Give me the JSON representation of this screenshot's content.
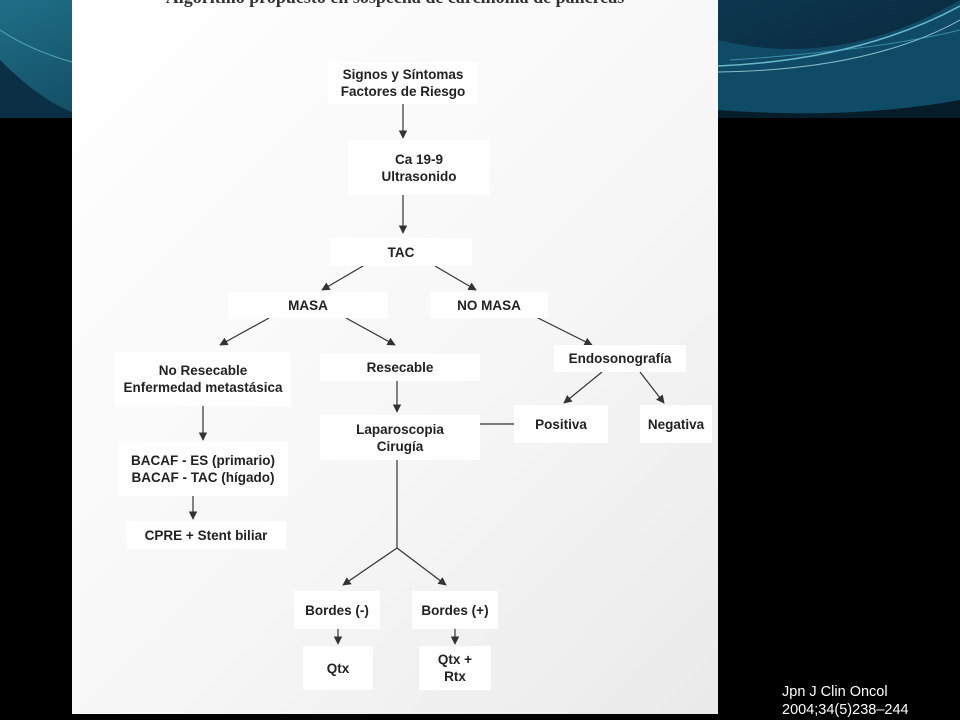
{
  "slide": {
    "title": "Algoritmo propuesto en sospecha de carcinoma de páncreas",
    "citation": {
      "line1": "Jpn J Clin Oncol",
      "line2": "2004;34(5)238–244"
    }
  },
  "flowchart": {
    "nodes": {
      "signos": "Signos y Síntomas\nFactores de Riesgo",
      "ca199": "Ca 19-9\nUltrasonido",
      "tac": "TAC",
      "masa": "MASA",
      "no_masa": "NO MASA",
      "no_resecable": "No Resecable\nEnfermedad metastásica",
      "resecable": "Resecable",
      "endosonografia": "Endosonografía",
      "bacaf": "BACAF - ES (primario)\nBACAF - TAC (hígado)",
      "laparoscopia": "Laparoscopia\nCirugía",
      "positiva": "Positiva",
      "negativa": "Negativa",
      "cpre": "CPRE + Stent biliar",
      "bordes_neg": "Bordes (-)",
      "bordes_pos": "Bordes (+)",
      "qtx": "Qtx",
      "qtx_rtx": "Qtx +\nRtx"
    }
  }
}
